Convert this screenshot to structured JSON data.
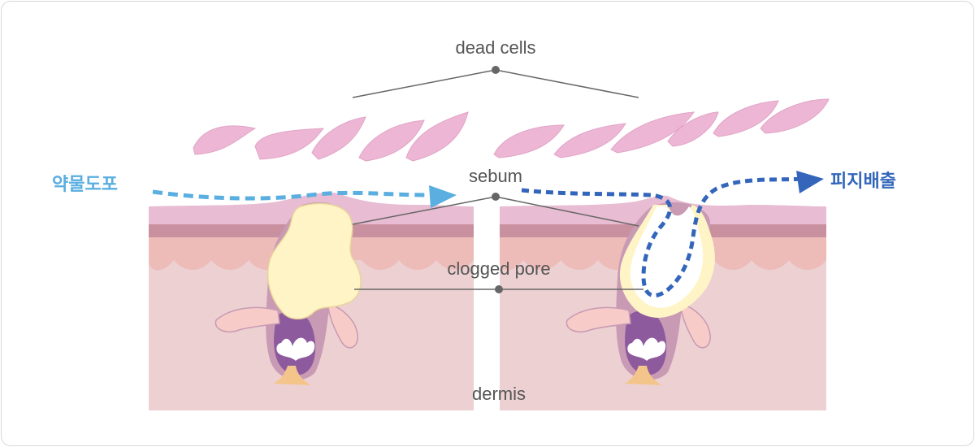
{
  "labels": {
    "dead_cells": "dead cells",
    "sebum": "sebum",
    "clogged_pore": "clogged pore",
    "dermis": "dermis",
    "apply": "약물도포",
    "discharge": "피지배출"
  },
  "colors": {
    "apply_blue": "#5aaee0",
    "discharge_blue": "#3366bb",
    "dead_cell_pink": "#ecb6d4",
    "epidermis_top": "#e8bcd2",
    "stratum_band": "#c9909f",
    "dermis": "#ecd0d2",
    "sebum_yellow": "#fff4c6",
    "follicle_purple": "#8e5a9e",
    "gland": "#f4c58a",
    "leader_line": "#666666"
  }
}
